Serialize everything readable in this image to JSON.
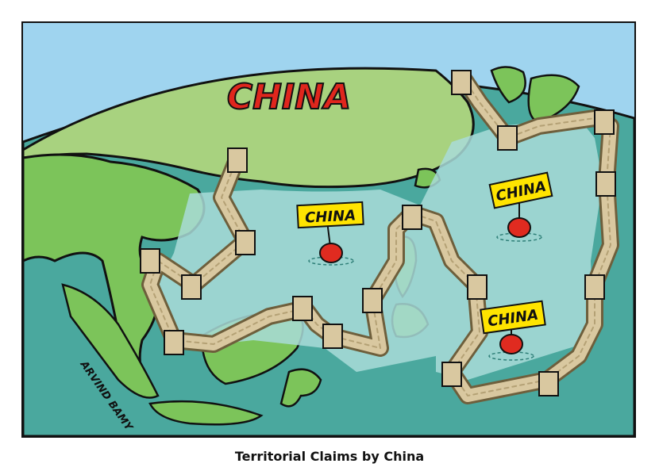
{
  "cartoon": {
    "map_label": "CHINA",
    "buoys": [
      {
        "label": "CHINA"
      },
      {
        "label": "CHINA"
      },
      {
        "label": "CHINA"
      }
    ],
    "signature": "ARVIND BAMY"
  },
  "caption": "Territorial Claims by China",
  "colors": {
    "sky": "#9fd4ef",
    "deep_sea": "#4aa89e",
    "inner_sea": "#a9dcd8",
    "land": "#7cc45a",
    "china_land": "#a8d27f",
    "wall": "#d9c8a0",
    "wall_dark": "#b4a175",
    "buoy_red": "#e02b20",
    "sign_yellow": "#ffe400",
    "title_red": "#e0261d"
  }
}
